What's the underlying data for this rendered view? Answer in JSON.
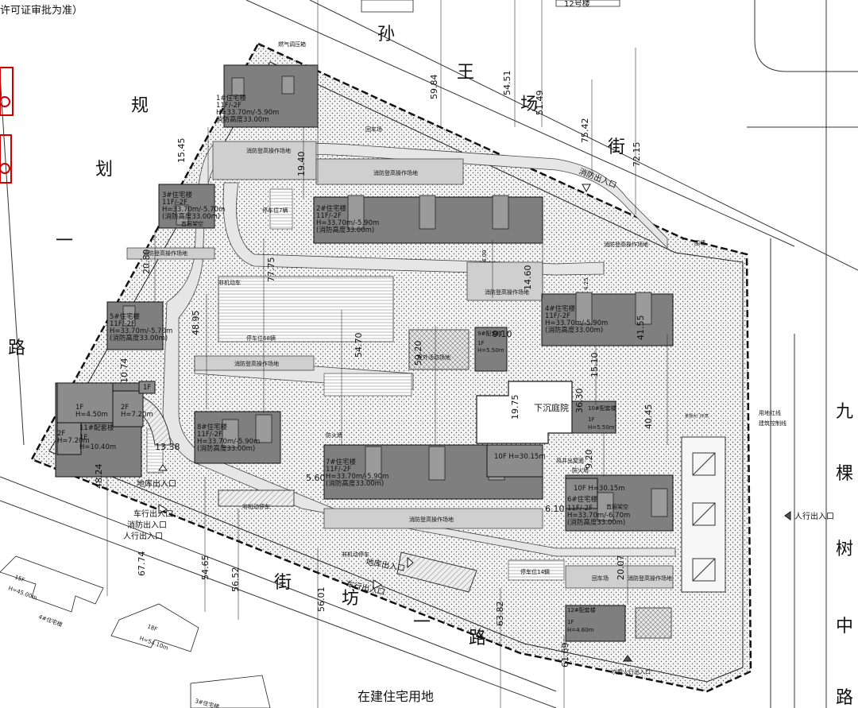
{
  "header": {
    "permit_note": "许可证审批为准）",
    "building_12": "12号楼"
  },
  "streets": {
    "top": [
      "孙",
      "王",
      "场",
      "街"
    ],
    "left": [
      "规",
      "划",
      "一",
      "路"
    ],
    "right": [
      "九",
      "棵",
      "树",
      "中",
      "路"
    ],
    "bottom": [
      "街",
      "坊",
      "一",
      "路"
    ]
  },
  "buildings": [
    {
      "lines": [
        "1#住宅楼",
        "11F/-2F",
        "H=33.70m/-5.90m",
        "消防高度33.00m"
      ]
    },
    {
      "lines": [
        "2#住宅楼",
        "11F/-2F",
        "H=33.70m/-5.90m",
        "(消防高度33.00m)"
      ]
    },
    {
      "lines": [
        "3#住宅楼",
        "11F/-2F",
        "H=33.70m/-5.70m",
        "(消防高度33.00m)"
      ]
    },
    {
      "lines": [
        "4#住宅楼",
        "11F/-2F",
        "H=33.70m/-5.90m",
        "(消防高度33.00m)"
      ]
    },
    {
      "lines": [
        "5#住宅楼",
        "11F/-2F",
        "H=33.70m/-5.70m",
        "(消防高度33.00m)"
      ]
    },
    {
      "lines": [
        "6#住宅楼",
        "11F/-2F",
        "H=33.70m/-6.70m",
        "(消防高度33.00m)"
      ]
    },
    {
      "lines": [
        "7#住宅楼",
        "11F/-2F",
        "H=33.70m/-5.90m",
        "(消防高度33.00m)"
      ]
    },
    {
      "lines": [
        "8#住宅楼",
        "11F/-2F",
        "H=33.70m/-5.90m",
        "(消防高度33.00m)"
      ]
    },
    {
      "lines": [
        "9#配套楼",
        "1F",
        "H=5.50m"
      ]
    },
    {
      "lines": [
        "10#配套楼",
        "1F",
        "H=5.50m"
      ]
    },
    {
      "lines": [
        "11#配套楼",
        "1F",
        "H=10.40m"
      ]
    },
    {
      "lines": [
        "12#配套楼",
        "1F",
        "H=4.60m"
      ]
    }
  ],
  "annex": {
    "a1": [
      "1F",
      "H=4.50m"
    ],
    "a2": [
      "2F",
      "H=7.20m"
    ],
    "a3": [
      "2F",
      "H=7.20m"
    ],
    "tenF_a": "10F  H=30.15m",
    "tenF_b": "10F  H=30.15m",
    "firstF": "1F"
  },
  "labels": {
    "sunken_courtyard": "下沉庭院",
    "gas_box": "燃气调压箱",
    "fire_area": "消防登高操作场地",
    "turnaround": "回车场",
    "parking_7": "停车位7辆",
    "parking_68": "停车位68辆",
    "parking_14": "停车位14辆",
    "bike": "非机动车",
    "bike_parking": "非机动停车",
    "outdoor": "室外活动场地",
    "fire_wall": "防火墙",
    "wind_shaft": "风井出屋面",
    "ground_open": "首层架空",
    "fence": "围墙",
    "use_line": "用地红线",
    "build_line": "建筑控制线",
    "scenic_gate": "景观大门示意",
    "under_construction": "在建住宅用地",
    "building_4_neighbor": "4#住宅楼",
    "nb_15f": "15F",
    "nb_15f_h": "H=45.00m",
    "nb_18f": "18F",
    "nb_18f_h": "H=54.10m",
    "nb_3": "3#住宅楼"
  },
  "entrances": {
    "fire_ne": "消防出入口",
    "ped_east": "人行出入口",
    "ground_exit": "地库出入口",
    "veh_sw": [
      "车行出入口",
      "消防出入口",
      "人行出入口"
    ],
    "ground_exit_s": "地库出入口",
    "veh_s": "车行出入口",
    "sec_ped": "次要人行出入口"
  },
  "dims": [
    "59.84",
    "54.51",
    "51.49",
    "75.42",
    "72.15",
    "15.45",
    "19.40",
    "20.80",
    "48.95",
    "77.75",
    "54.70",
    "59.20",
    "14.60",
    "4.00",
    "9.10",
    "15.10",
    "41.55",
    "40.45",
    "19.75",
    "36.30",
    "9.20",
    "13.38",
    "5.60",
    "10.74",
    "4.25",
    "6.10",
    "20.07",
    "67.74",
    "54.65",
    "56.52",
    "56.01",
    "63.82",
    "61.69",
    "48.24"
  ]
}
